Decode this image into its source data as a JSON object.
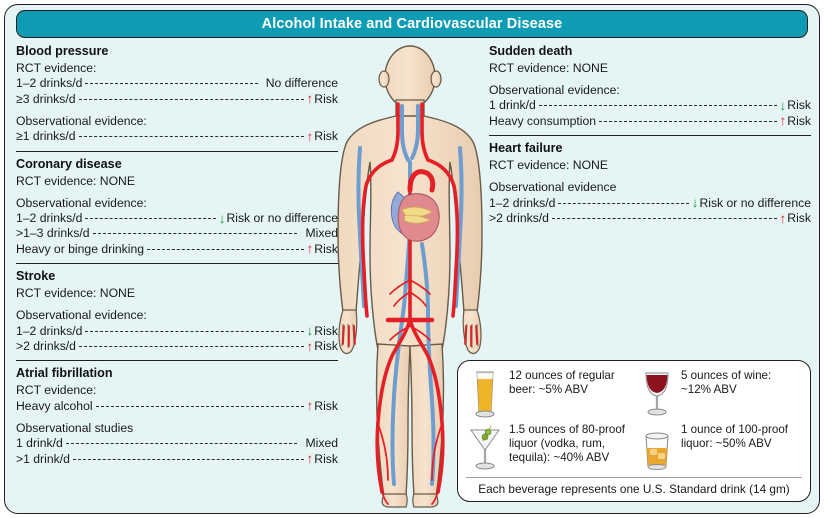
{
  "header": {
    "title": "Alcohol Intake and Cardiovascular Disease",
    "bar_color": "#0e9cb4"
  },
  "colors": {
    "background": "#e5f4f5",
    "increase_arrow": "#e8252a",
    "decrease_arrow": "#0e9f3c",
    "artery": "#e41f25",
    "vein": "#5b8ec4",
    "skin": "#f2ddc6"
  },
  "left_column": [
    {
      "title": "Blood pressure",
      "blocks": [
        {
          "heading": "RCT evidence:",
          "rows": [
            {
              "label": "1–2 drinks/d",
              "arrow": "none",
              "value": "No difference"
            },
            {
              "label": "≥3 drinks/d",
              "arrow": "up",
              "value": "Risk"
            }
          ]
        },
        {
          "heading": "Observational evidence:",
          "rows": [
            {
              "label": "≥1 drinks/d",
              "arrow": "up",
              "value": "Risk"
            }
          ]
        }
      ]
    },
    {
      "title": "Coronary disease",
      "blocks": [
        {
          "heading": "RCT evidence: NONE",
          "rows": []
        },
        {
          "heading": "Observational evidence:",
          "rows": [
            {
              "label": "1–2 drinks/d",
              "arrow": "down",
              "value": "Risk or no difference"
            },
            {
              "label": ">1–3 drinks/d",
              "arrow": "none",
              "value": "Mixed"
            },
            {
              "label": "Heavy or binge drinking",
              "arrow": "up",
              "value": "Risk"
            }
          ]
        }
      ]
    },
    {
      "title": "Stroke",
      "blocks": [
        {
          "heading": "RCT evidence: NONE",
          "rows": []
        },
        {
          "heading": "Observational evidence:",
          "rows": [
            {
              "label": "1–2 drinks/d",
              "arrow": "down",
              "value": "Risk"
            },
            {
              "label": ">2 drinks/d",
              "arrow": "up",
              "value": "Risk"
            }
          ]
        }
      ]
    },
    {
      "title": "Atrial fibrillation",
      "blocks": [
        {
          "heading": "RCT evidence:",
          "rows": [
            {
              "label": "Heavy alcohol",
              "arrow": "up",
              "value": "Risk"
            }
          ]
        },
        {
          "heading": "Observational studies",
          "rows": [
            {
              "label": "1 drink/d",
              "arrow": "none",
              "value": "Mixed"
            },
            {
              "label": ">1 drink/d",
              "arrow": "up",
              "value": "Risk"
            }
          ]
        }
      ]
    }
  ],
  "right_column": [
    {
      "title": "Sudden death",
      "blocks": [
        {
          "heading": "RCT evidence: NONE",
          "rows": []
        },
        {
          "heading": "Observational evidence:",
          "rows": [
            {
              "label": "1 drink/d",
              "arrow": "down",
              "value": "Risk"
            },
            {
              "label": "Heavy consumption",
              "arrow": "up",
              "value": "Risk"
            }
          ]
        }
      ]
    },
    {
      "title": "Heart failure",
      "blocks": [
        {
          "heading": "RCT evidence: NONE",
          "rows": []
        },
        {
          "heading": "Observational evidence",
          "rows": [
            {
              "label": "1–2 drinks/d",
              "arrow": "down",
              "value": "Risk or no difference"
            },
            {
              "label": ">2 drinks/d",
              "arrow": "up",
              "value": "Risk"
            }
          ]
        }
      ]
    }
  ],
  "legend": {
    "beverages": [
      {
        "icon": "beer-glass-icon",
        "text": "12 ounces of regular beer: ~5% ABV"
      },
      {
        "icon": "wine-glass-icon",
        "text": "5 ounces of wine: ~12% ABV"
      },
      {
        "icon": "martini-glass-icon",
        "text": "1.5 ounces of 80-proof liquor (vodka, rum, tequila): ~40% ABV"
      },
      {
        "icon": "whiskey-tumbler-icon",
        "text": "1 ounce of 100-proof liquor: ~50% ABV"
      }
    ],
    "footer": "Each beverage represents one U.S. Standard drink (14 gm)"
  }
}
